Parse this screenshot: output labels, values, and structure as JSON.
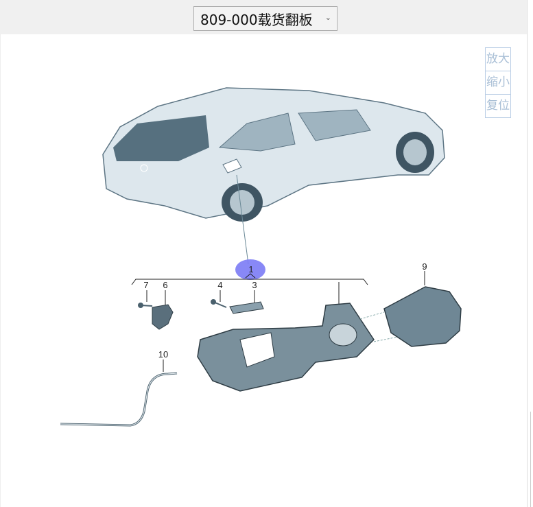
{
  "selector": {
    "value": "809-000载货翻板"
  },
  "zoom_controls": {
    "zoom_in": "放大",
    "zoom_out": "缩小",
    "reset": "复位"
  },
  "diagram": {
    "callouts": [
      "1",
      "3",
      "4",
      "6",
      "7",
      "9",
      "10"
    ]
  },
  "colors": {
    "highlight": "#7b7bf5",
    "part": "#6f8795"
  }
}
